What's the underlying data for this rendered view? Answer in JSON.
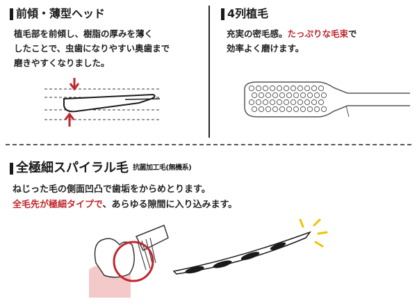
{
  "section1": {
    "title": "前傾・薄型ヘッド",
    "lines": [
      "植毛部を前傾し、樹脂の厚みを薄く",
      "したことで、虫歯になりやすい奥歯まで",
      "磨きやすくなりました。"
    ]
  },
  "section2": {
    "title": "4列植毛",
    "line1_normal": "充実の密毛感。",
    "line1_red": "たっぷりな毛束",
    "line1_end": "で",
    "line2": "効率よく磨けます。"
  },
  "section3": {
    "title": "全極細スパイラル毛",
    "subtitle": "抗菌加工毛(無機系)",
    "line1": "ねじった毛の側面凹凸で歯垢をからめとります。",
    "line2_red": "全毛先が極細タイプで",
    "line2_normal": "、あらゆる隙間に入り込みます。"
  },
  "colors": {
    "accent_red": "#c0262d",
    "ink": "#1a1a1a",
    "yellow": "#f2c200"
  }
}
